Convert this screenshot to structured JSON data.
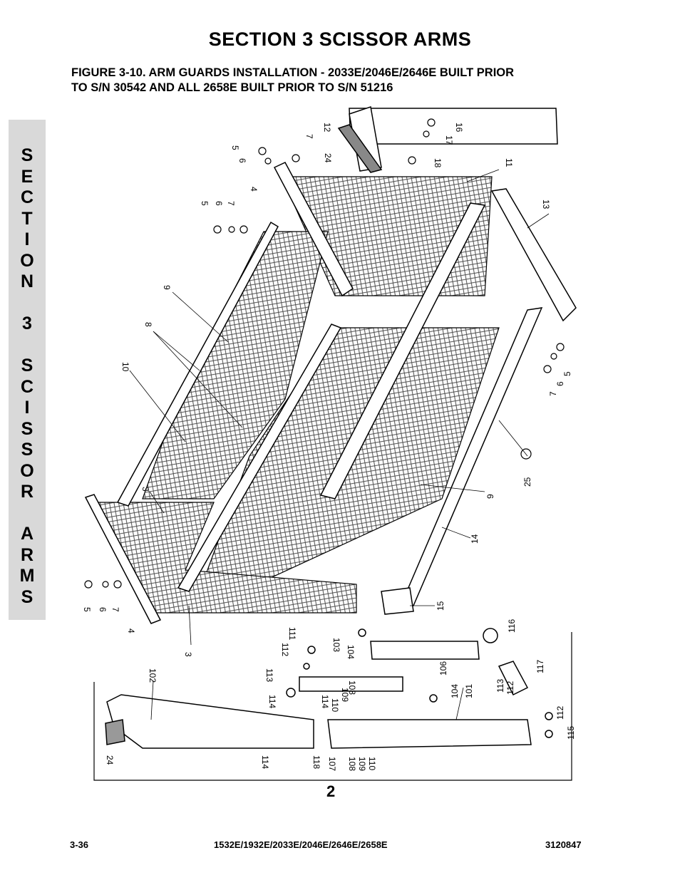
{
  "header": {
    "section_title": "SECTION 3   SCISSOR ARMS",
    "figure_caption_line1": "FIGURE 3-10.  ARM GUARDS INSTALLATION - 2033E/2046E/2646E BUILT PRIOR",
    "figure_caption_line2": "TO S/N 30542 AND ALL 2658E BUILT PRIOR TO S/N 51216"
  },
  "side_tab": {
    "letters": [
      "S",
      "E",
      "C",
      "T",
      "I",
      "O",
      "N",
      "",
      "3",
      "",
      "S",
      "C",
      "I",
      "S",
      "S",
      "O",
      "R",
      "",
      "A",
      "R",
      "M",
      "S"
    ]
  },
  "diagram": {
    "callouts": {
      "c12": "12",
      "c24a": "24",
      "c16": "16",
      "c17": "17",
      "c18": "18",
      "c11": "11",
      "c13": "13",
      "c7a": "7",
      "c5a": "5",
      "c6a": "6",
      "c4a": "4",
      "c5b": "5",
      "c6b": "6",
      "c7b": "7",
      "c9a": "9",
      "c8": "8",
      "c10": "10",
      "c5c": "5",
      "c6c": "6",
      "c7c": "7",
      "c25": "25",
      "c9b": "9",
      "c14": "14",
      "c15": "15",
      "c3a": "3",
      "c3b": "3",
      "c4b": "4",
      "c5d": "5",
      "c6d": "6",
      "c7d": "7",
      "c116": "116",
      "c117": "117",
      "c111": "111",
      "c112a": "112",
      "c103": "103",
      "c104a": "104",
      "c106": "106",
      "c113a": "113",
      "c102": "102",
      "c114a": "114",
      "c114b": "114",
      "c110a": "110",
      "c109a": "109",
      "c108a": "108",
      "c104b": "104",
      "c101": "101",
      "c113b": "113",
      "c112b": "112",
      "c112c": "112",
      "c115": "115",
      "c24b": "24",
      "c114c": "114",
      "c118": "118",
      "c107": "107",
      "c108b": "108",
      "c109b": "109",
      "c110b": "110",
      "detail_ref": "2"
    }
  },
  "footer": {
    "page_number": "3-36",
    "models": "1532E/1932E/2033E/2046E/2646E/2658E",
    "doc_number": "3120847"
  }
}
